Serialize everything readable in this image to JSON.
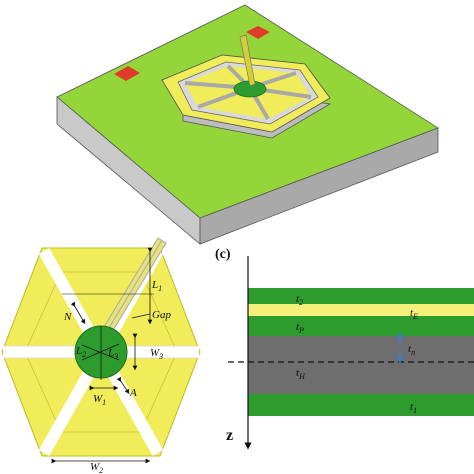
{
  "colors": {
    "substrate_top": "#94D63A",
    "substrate_side_front": "#C9C9C9",
    "substrate_side_right": "#A9A9A9",
    "electrode": "#F0EC5A",
    "electrode_edge": "#C9C230",
    "center_pad": "#2E9B2E",
    "contact_pad": "#E03A2A",
    "layer_green": "#2E9B2E",
    "layer_yellow": "#F5F07A",
    "layer_gray": "#6E6E6E"
  },
  "labels": {
    "L1": "L",
    "L1_sub": "1",
    "L2": "L",
    "L2_sub": "2",
    "L3": "L",
    "L3_sub": "3",
    "N": "N",
    "Gap": "Gap",
    "W1": "W",
    "W1_sub": "1",
    "W2": "W",
    "W2_sub": "2",
    "W3": "W",
    "W3_sub": "3",
    "A": "A"
  },
  "cross_section": {
    "panel_label": "(c)",
    "axis_label": "z",
    "t2": "t",
    "t2_sub": "2",
    "tE": "t",
    "tE_sub": "E",
    "tP": "t",
    "tP_sub": "P",
    "tn": "t",
    "tn_sub": "n",
    "tH": "t",
    "tH_sub": "H",
    "t1": "t",
    "t1_sub": "1"
  }
}
